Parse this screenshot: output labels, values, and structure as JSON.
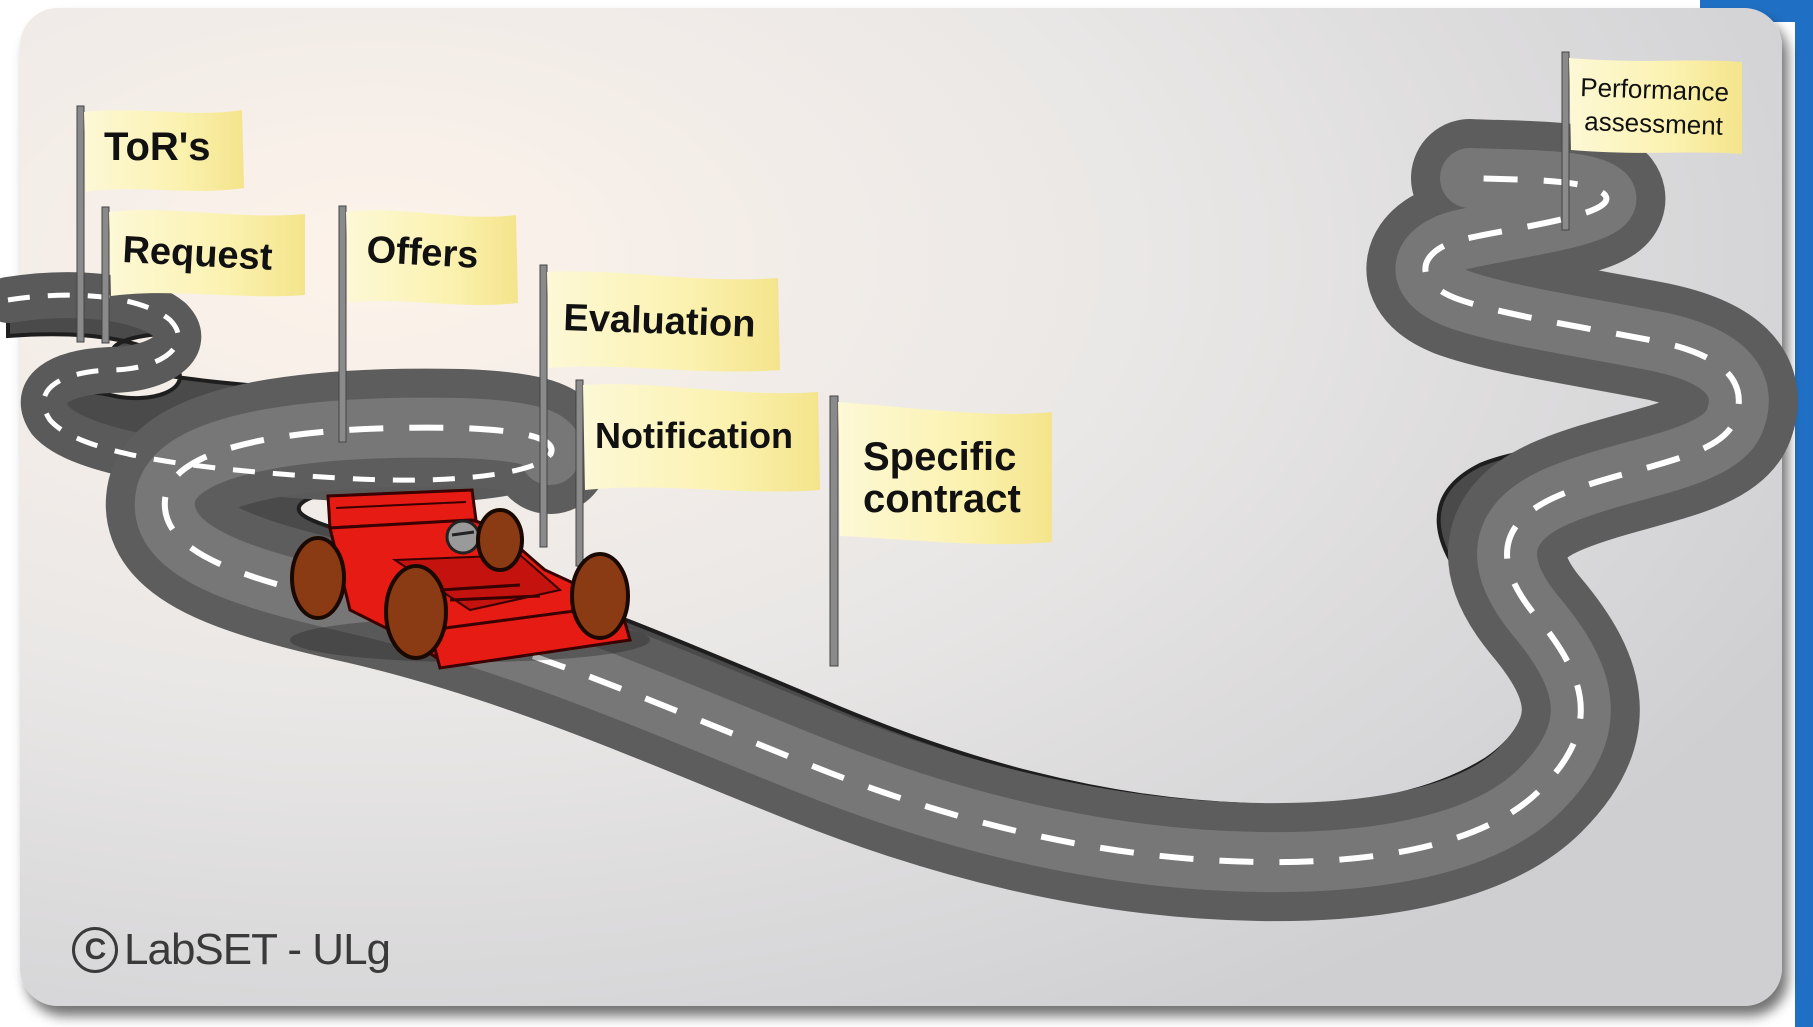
{
  "flags": {
    "tors": "ToR's",
    "request": "Request",
    "offers": "Offers",
    "evaluation": "Evaluation",
    "notification": "Notification",
    "specific_line1": "Specific",
    "specific_line2": "contract",
    "performance_line1": "Performance",
    "performance_line2": "assessment"
  },
  "credit": {
    "symbol": "C",
    "text": "LabSET - ULg"
  },
  "colors": {
    "road": "#5e5e5e",
    "flag": "#fbf3b8",
    "car": "#e51b14",
    "frame_accent": "#1f6fc4"
  }
}
